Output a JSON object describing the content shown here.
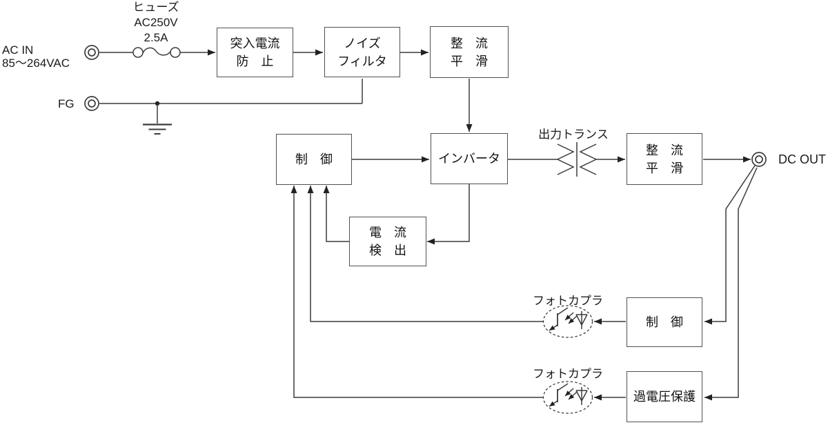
{
  "diagram": {
    "title": "switching-power-supply-block-diagram",
    "input": {
      "line1": "AC IN",
      "line2": "85〜264VAC"
    },
    "fg_label": "FG",
    "fuse": {
      "line1": "ヒューズ",
      "line2": "AC250V",
      "line3": "2.5A"
    },
    "transformer_label": "出力トランス",
    "output_label": "DC OUT",
    "photocoupler1_label": "フォトカプラ",
    "photocoupler2_label": "フォトカプラ",
    "boxes": {
      "inrush": {
        "line1": "突入電流",
        "line2": "防　止"
      },
      "noise_filter": {
        "line1": "ノイズ",
        "line2": "フィルタ"
      },
      "rect_smooth_in": {
        "line1": "整　流",
        "line2": "平　滑"
      },
      "control_main": {
        "label": "制　御"
      },
      "inverter": {
        "label": "インバータ"
      },
      "current_detect": {
        "line1": "電　流",
        "line2": "検　出"
      },
      "rect_smooth_out": {
        "line1": "整　流",
        "line2": "平　滑"
      },
      "control_secondary": {
        "label": "制　御"
      },
      "overvoltage": {
        "label": "過電圧保護"
      }
    },
    "colors": {
      "line": "#3a3a3a",
      "box_border": "#4f4f4f",
      "text": "#1a1a1a"
    }
  }
}
